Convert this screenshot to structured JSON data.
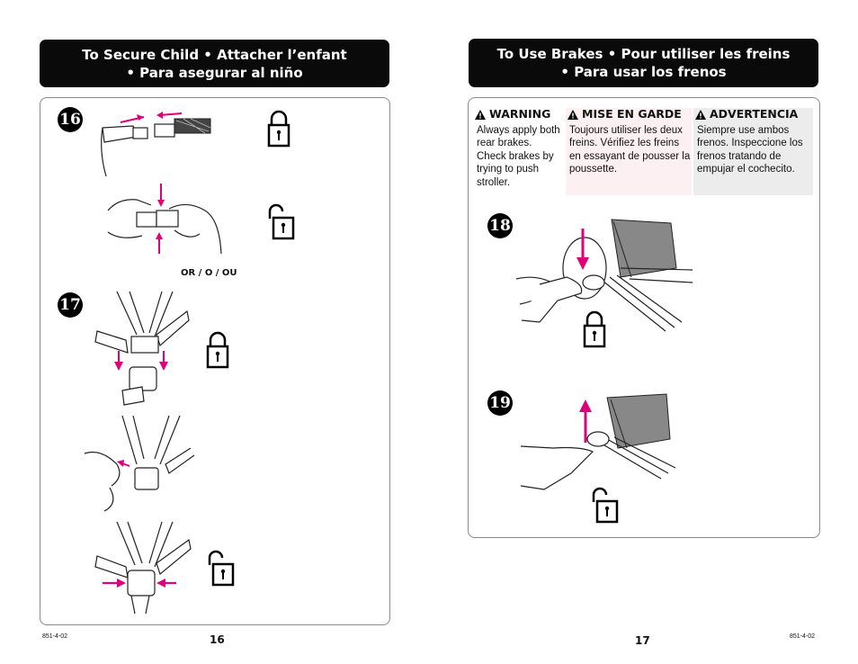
{
  "left_page": {
    "title_line1": "To Secure Child  •  Attacher l’enfant",
    "title_line2": "•  Para asegurar al niño",
    "step16": "16",
    "step17": "17",
    "or_caption": "OR / O / OU",
    "page_number": "16",
    "footer_code": "851-4-02"
  },
  "right_page": {
    "title_line1": "To Use Brakes  •  Pour utiliser  les freins",
    "title_line2": "•  Para usar los frenos",
    "warnings": [
      {
        "heading": "WARNING",
        "body": "Always apply both rear brakes. Check brakes by trying to push stroller."
      },
      {
        "heading": "MISE EN GARDE",
        "body": "Toujours utiliser les deux freins. Vérifiez les freins en essayant de pousser la poussette."
      },
      {
        "heading": "ADVERTENCIA",
        "body": "Siempre use ambos frenos. Inspeccione los frenos tratando de empujar el cochecito."
      }
    ],
    "step18": "18",
    "step19": "19",
    "page_number": "17",
    "footer_code": "851-4-02"
  },
  "colors": {
    "arrow": "#e0007a",
    "banner": "#0a0a0a",
    "tint_pink": "#fdf0f3",
    "tint_gray": "#ececec"
  },
  "icons": [
    "lock-closed-icon",
    "lock-open-icon",
    "warning-triangle-icon",
    "arrow-icon"
  ]
}
